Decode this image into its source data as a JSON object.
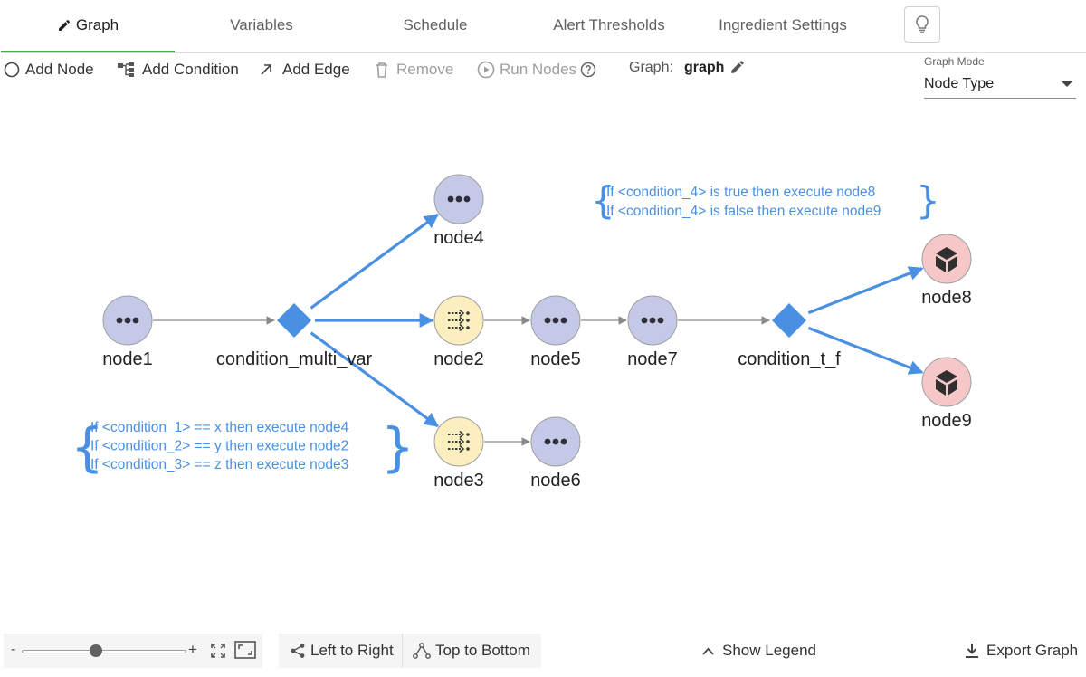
{
  "tabs": [
    {
      "label": "Graph",
      "active": true
    },
    {
      "label": "Variables"
    },
    {
      "label": "Schedule"
    },
    {
      "label": "Alert Thresholds"
    },
    {
      "label": "Ingredient Settings"
    }
  ],
  "toolbar": {
    "add_node": "Add Node",
    "add_condition": "Add Condition",
    "add_edge": "Add Edge",
    "remove": "Remove",
    "run_nodes": "Run Nodes",
    "graph_label": "Graph:",
    "graph_name": "graph"
  },
  "graph_mode": {
    "label": "Graph Mode",
    "value": "Node Type"
  },
  "graph": {
    "nodes": [
      {
        "id": "node1",
        "label": "node1",
        "kind": "generic"
      },
      {
        "id": "condition_multi_var",
        "label": "condition_multi_var",
        "kind": "condition"
      },
      {
        "id": "node4",
        "label": "node4",
        "kind": "generic"
      },
      {
        "id": "node2",
        "label": "node2",
        "kind": "transform"
      },
      {
        "id": "node3",
        "label": "node3",
        "kind": "transform"
      },
      {
        "id": "node5",
        "label": "node5",
        "kind": "generic"
      },
      {
        "id": "node6",
        "label": "node6",
        "kind": "generic"
      },
      {
        "id": "node7",
        "label": "node7",
        "kind": "generic"
      },
      {
        "id": "condition_t_f",
        "label": "condition_t_f",
        "kind": "condition"
      },
      {
        "id": "node8",
        "label": "node8",
        "kind": "package"
      },
      {
        "id": "node9",
        "label": "node9",
        "kind": "package"
      }
    ],
    "edges": [
      {
        "from": "node1",
        "to": "condition_multi_var",
        "conditional": false
      },
      {
        "from": "condition_multi_var",
        "to": "node4",
        "conditional": true
      },
      {
        "from": "condition_multi_var",
        "to": "node2",
        "conditional": true
      },
      {
        "from": "condition_multi_var",
        "to": "node3",
        "conditional": true
      },
      {
        "from": "node2",
        "to": "node5",
        "conditional": false
      },
      {
        "from": "node5",
        "to": "node7",
        "conditional": false
      },
      {
        "from": "node7",
        "to": "condition_t_f",
        "conditional": false
      },
      {
        "from": "node3",
        "to": "node6",
        "conditional": false
      },
      {
        "from": "condition_t_f",
        "to": "node8",
        "conditional": true
      },
      {
        "from": "condition_t_f",
        "to": "node9",
        "conditional": true
      }
    ],
    "annotations": {
      "multi_var": [
        "If <condition_1> == x then execute node4",
        "If <condition_2> == y then execute node2",
        "If <condition_3> == z then execute node3"
      ],
      "t_f": [
        "If <condition_4> is true then execute node8",
        "If <condition_4> is false then execute node9"
      ]
    }
  },
  "colors": {
    "generic_node": "#c5c9e8",
    "transform_node": "#fbefbf",
    "package_node": "#f6c7c7",
    "condition": "#4a90e2",
    "conditional_edge": "#4a90e2",
    "edge": "#8a8a8a",
    "active_tab_underline": "#4caf50"
  },
  "zoom": {
    "minus": "-",
    "plus": "+",
    "level": 0.45
  },
  "layout_buttons": {
    "left_to_right": "Left to Right",
    "top_to_bottom": "Top to Bottom"
  },
  "legend": {
    "label": "Show Legend"
  },
  "export": {
    "label": "Export Graph"
  }
}
